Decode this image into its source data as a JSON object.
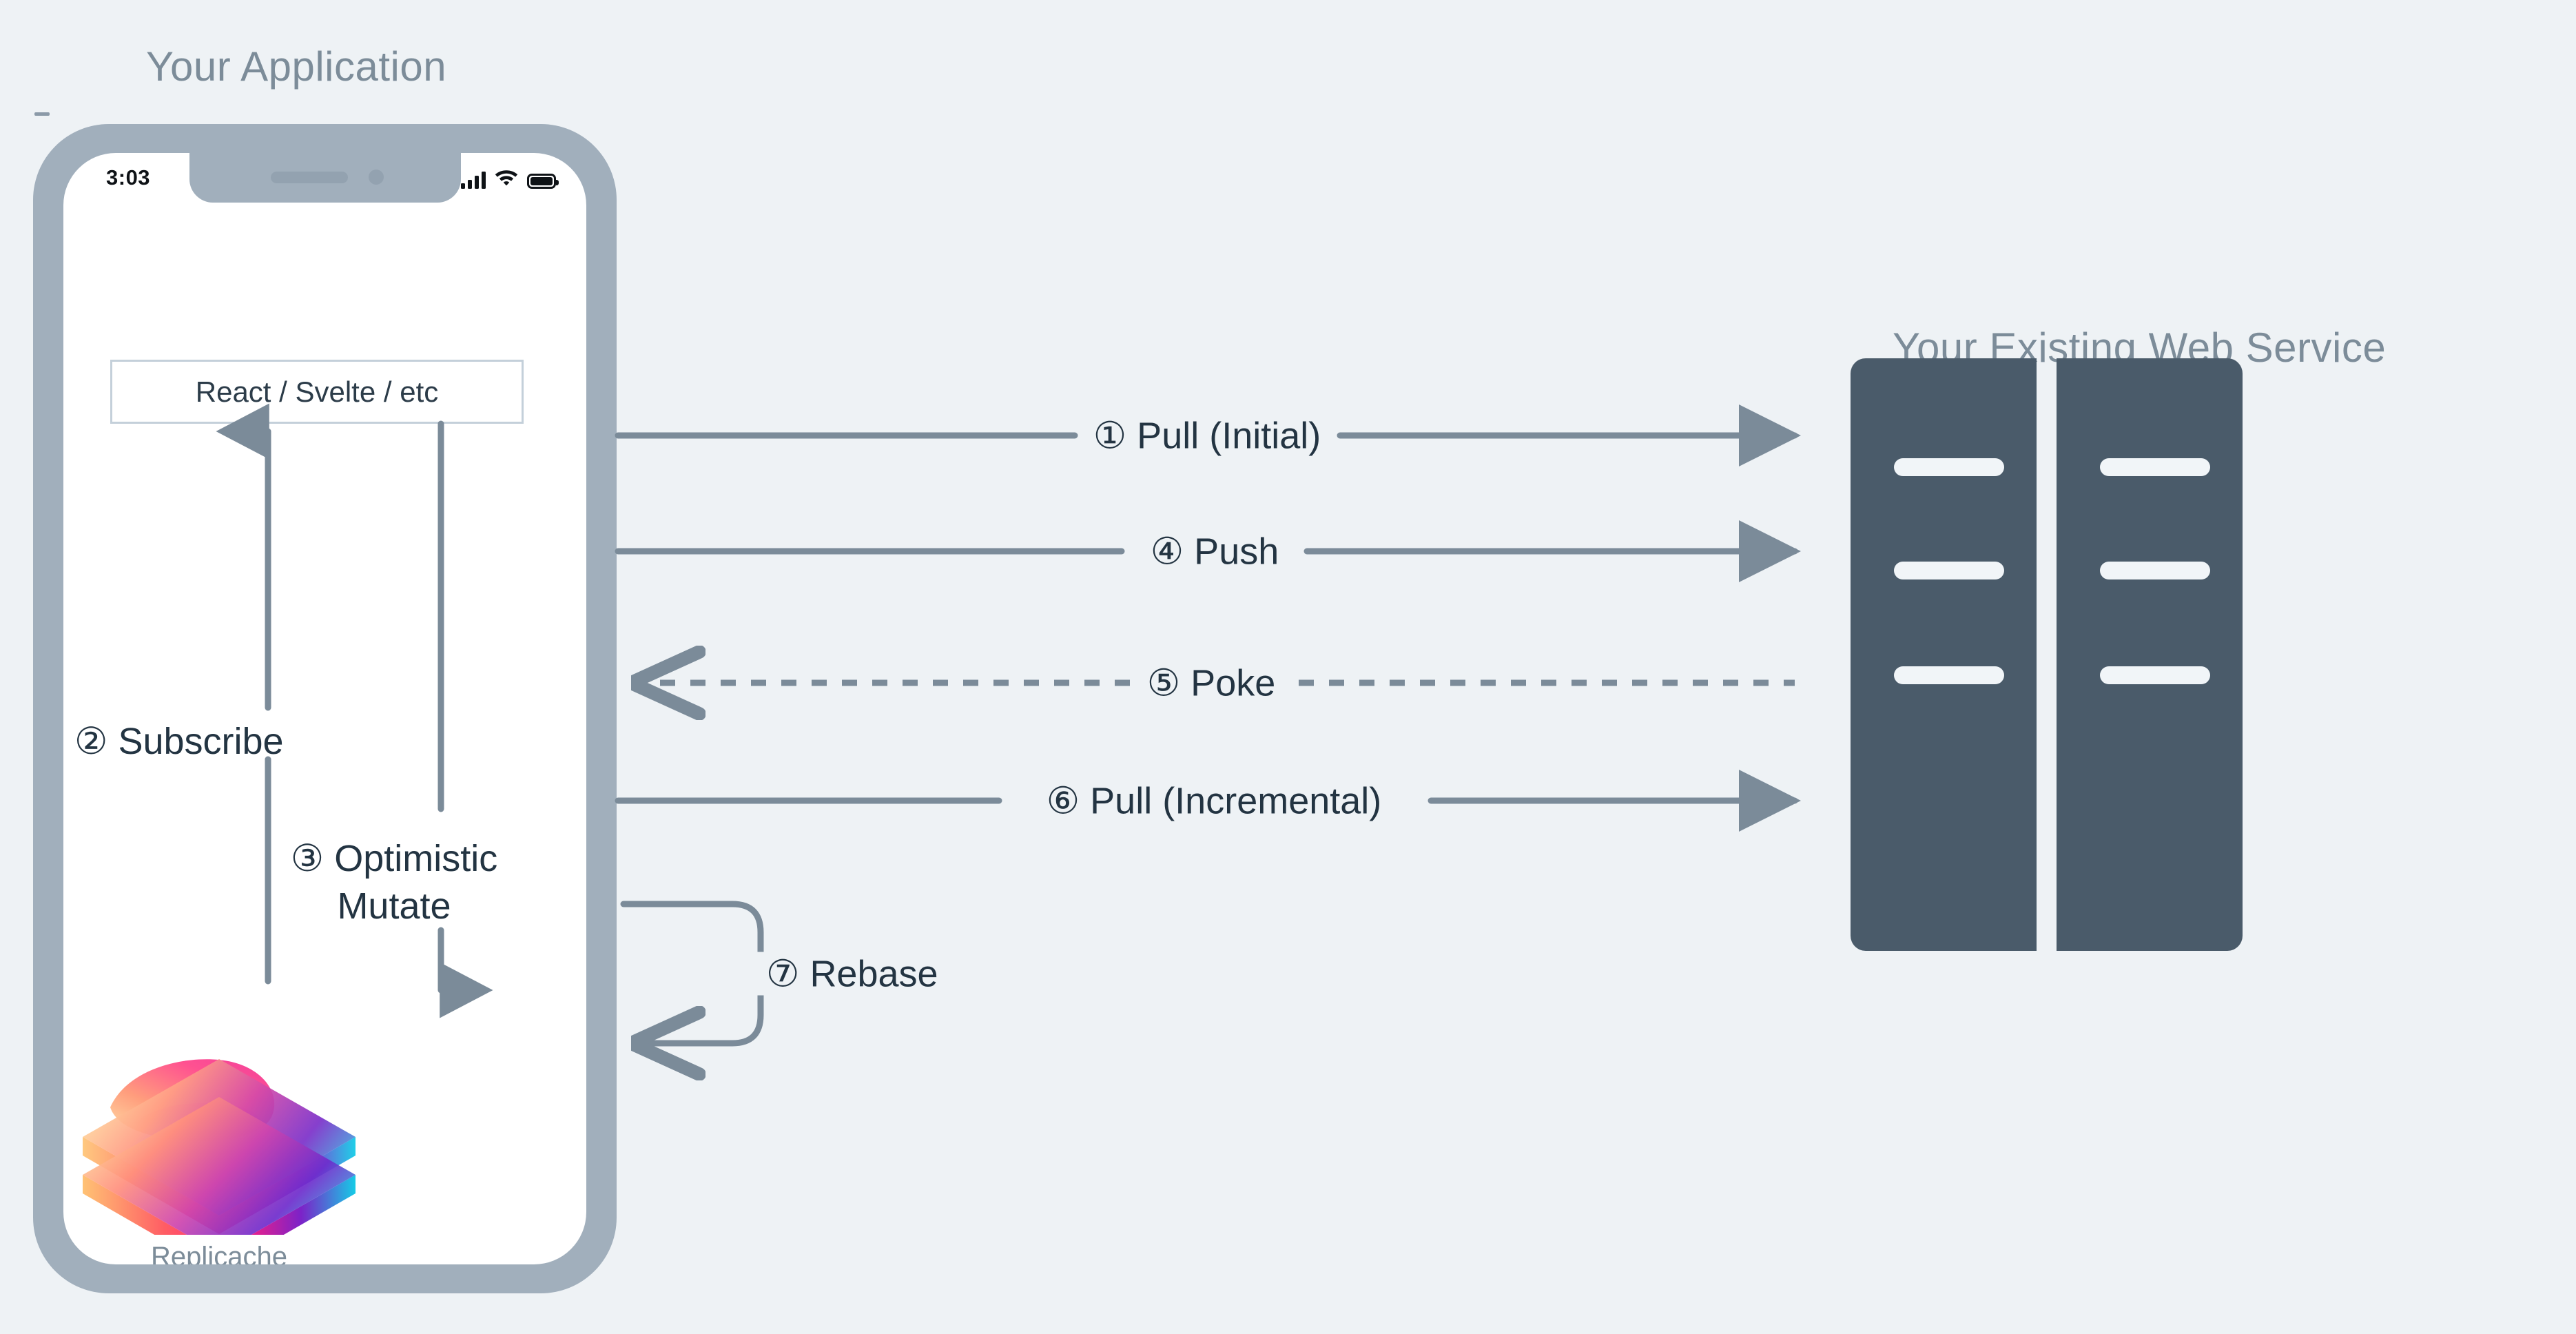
{
  "colors": {
    "background": "#eef2f5",
    "phone_bezel": "#a1afbc",
    "screen": "#ffffff",
    "server": "#4a5b6a",
    "server_slot": "#f1f5f8",
    "title_text": "#7c8c99",
    "body_text": "#233442",
    "arrow": "#7b8b99",
    "box_border": "#c4d0da"
  },
  "app": {
    "title": "Your Application",
    "phone": {
      "status_bar": {
        "time": "3:03",
        "signal_icon": "cellular-signal-icon",
        "wifi_icon": "wifi-icon",
        "battery_icon": "battery-full-icon"
      },
      "framework_box": {
        "label": "React / Svelte / etc"
      },
      "internal_flows": [
        {
          "number": "②",
          "label": "Subscribe",
          "direction": "up"
        },
        {
          "number": "③",
          "line1": "Optimistic",
          "line2": "Mutate",
          "direction": "down"
        }
      ],
      "replicache": {
        "logo_icon": "replicache-layers-logo",
        "name": "Replicache"
      }
    }
  },
  "service": {
    "title": "Your Existing Web Service",
    "racks": [
      {
        "slots": 3
      },
      {
        "slots": 3
      }
    ]
  },
  "flows": [
    {
      "id": "pull-initial",
      "number": "①",
      "label": "Pull (Initial)",
      "direction": "right",
      "style": "solid"
    },
    {
      "id": "push",
      "number": "④",
      "label": "Push",
      "direction": "right",
      "style": "solid"
    },
    {
      "id": "poke",
      "number": "⑤",
      "label": "Poke",
      "direction": "left",
      "style": "dashed"
    },
    {
      "id": "pull-incremental",
      "number": "⑥",
      "label": "Pull (Incremental)",
      "direction": "right",
      "style": "solid"
    },
    {
      "id": "rebase",
      "number": "⑦",
      "label": "Rebase",
      "direction": "loop",
      "style": "solid"
    }
  ]
}
